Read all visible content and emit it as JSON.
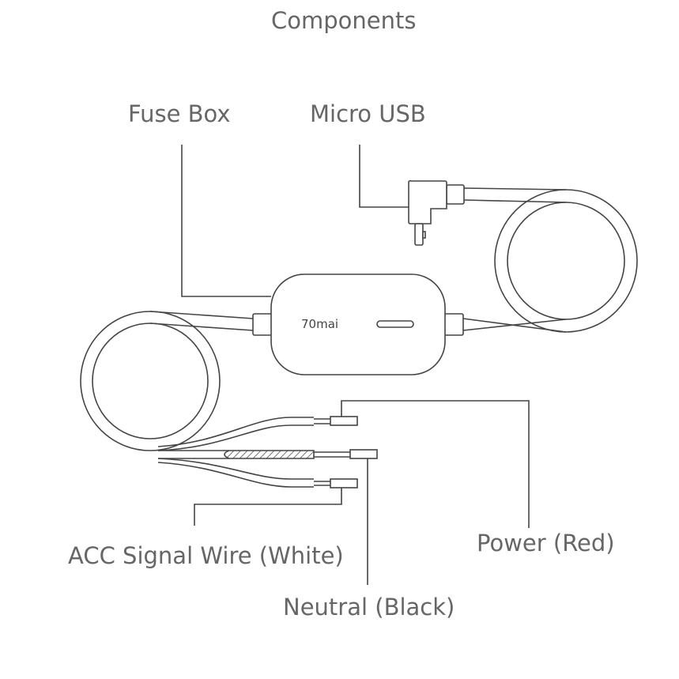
{
  "title": "Components",
  "labels": {
    "fuse_box": "Fuse Box",
    "micro_usb": "Micro USB",
    "acc": "ACC Signal Wire (White)",
    "power": "Power (Red)",
    "neutral": "Neutral (Black)"
  },
  "device": {
    "brand": "70mai"
  },
  "colors": {
    "text": "#666666",
    "line": "#444444"
  }
}
